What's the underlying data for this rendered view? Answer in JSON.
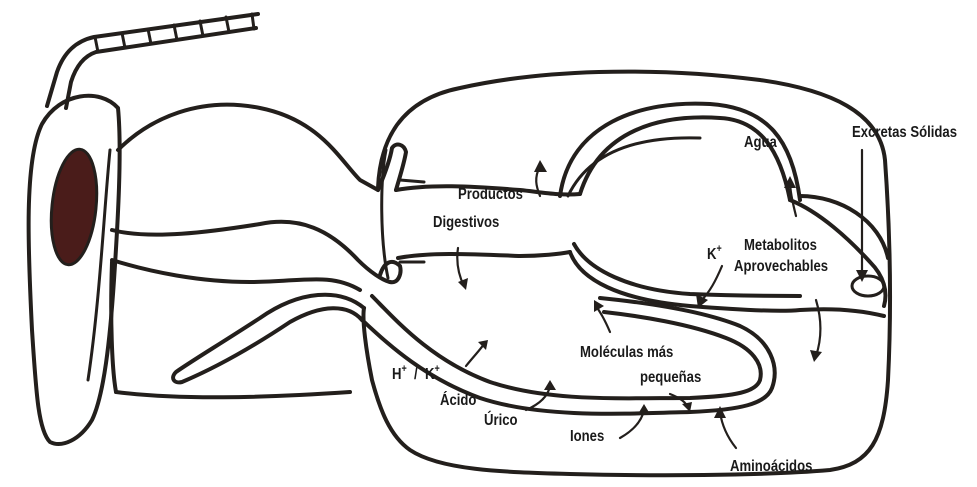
{
  "labels": {
    "excretas": "Excretas Sólidas",
    "agua": "Agua",
    "productos": "Productos",
    "digestivos": "Digestivos",
    "k": "K",
    "metabolitos": "Metabolitos",
    "aprovechables": "Aprovechables",
    "moleculas": "Moléculas más",
    "pequenas": "pequeñas",
    "h": "H",
    "slash": "/",
    "k2": "K",
    "acido": "Ácido",
    "urico": "Úrico",
    "iones": "Iones",
    "aminoacidos": "Aminoácidos",
    "plus": "+"
  },
  "colors": {
    "line": "#231f1c",
    "eye": "#4a1c1a"
  }
}
